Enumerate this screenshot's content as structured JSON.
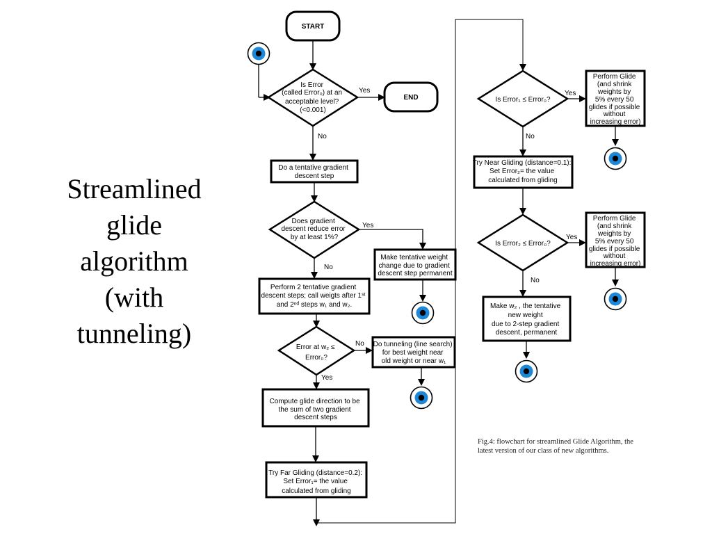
{
  "slide": {
    "title_lines": [
      "Streamlined",
      "glide",
      "algorithm",
      "(with",
      "tunneling)"
    ]
  },
  "flowchart": {
    "start": "START",
    "end": "END",
    "decision_error0": [
      "Is Error",
      "(called Error₀)  at an",
      "acceptable level?",
      "(<0.001)"
    ],
    "yes": "Yes",
    "no": "No",
    "step_tentative": [
      "Do a tentative gradient",
      "descent step"
    ],
    "decision_reduce": [
      "Does gradient",
      "descent reduce error",
      "by at least 1%?"
    ],
    "make_permanent": [
      "Make tentative weight",
      "change due to gradient",
      "descent step permanent"
    ],
    "perform_two_steps": [
      "Perform 2 tentative gradient",
      "descent steps; call weigts after 1ˢᵗ",
      "and 2ⁿᵈ steps w₁ and w₂."
    ],
    "decision_w2": [
      "Error at w₂ ≤",
      "Error₀?"
    ],
    "tunneling": [
      "Do tunneling (line search)",
      "for best weight near",
      "old weight or near w₁"
    ],
    "glide_direction": [
      "Compute glide direction to be",
      "the sum of two gradient",
      "descent steps"
    ],
    "far_gliding": [
      "Try Far Gliding (distance=0.2):",
      "Set Error₁= the value",
      "calculated from gliding"
    ],
    "decision_error1": "Is Error₁ ≤ Error₀?",
    "perform_glide_1": [
      "Perform Glide",
      "(and shrink",
      "weights by",
      "5% every 50",
      "glides if possible",
      "without",
      "increasing error)"
    ],
    "near_gliding": [
      "Try Near Gliding (distance=0.1):",
      "Set Error₂= the value",
      "calculated from gliding"
    ],
    "decision_error2": "Is Error₂ ≤ Error₀?",
    "perform_glide_2": [
      "Perform Glide",
      "(and shrink",
      "weights by",
      "5% every 50",
      "glides if possible",
      "without",
      "increasing error)"
    ],
    "make_w2": [
      "Make w₂ , the tentative",
      "new weight",
      "due to 2-step gradient",
      "descent, permanent"
    ],
    "caption": [
      "Fig.4: flowchart for streamlined Glide Algorithm, the",
      "latest version of our class of new algorithms."
    ]
  },
  "colors": {
    "eye_ring": "#000000",
    "eye_iris": "#1e88d8",
    "line": "#000000"
  },
  "icons": [
    "eye-icon"
  ]
}
